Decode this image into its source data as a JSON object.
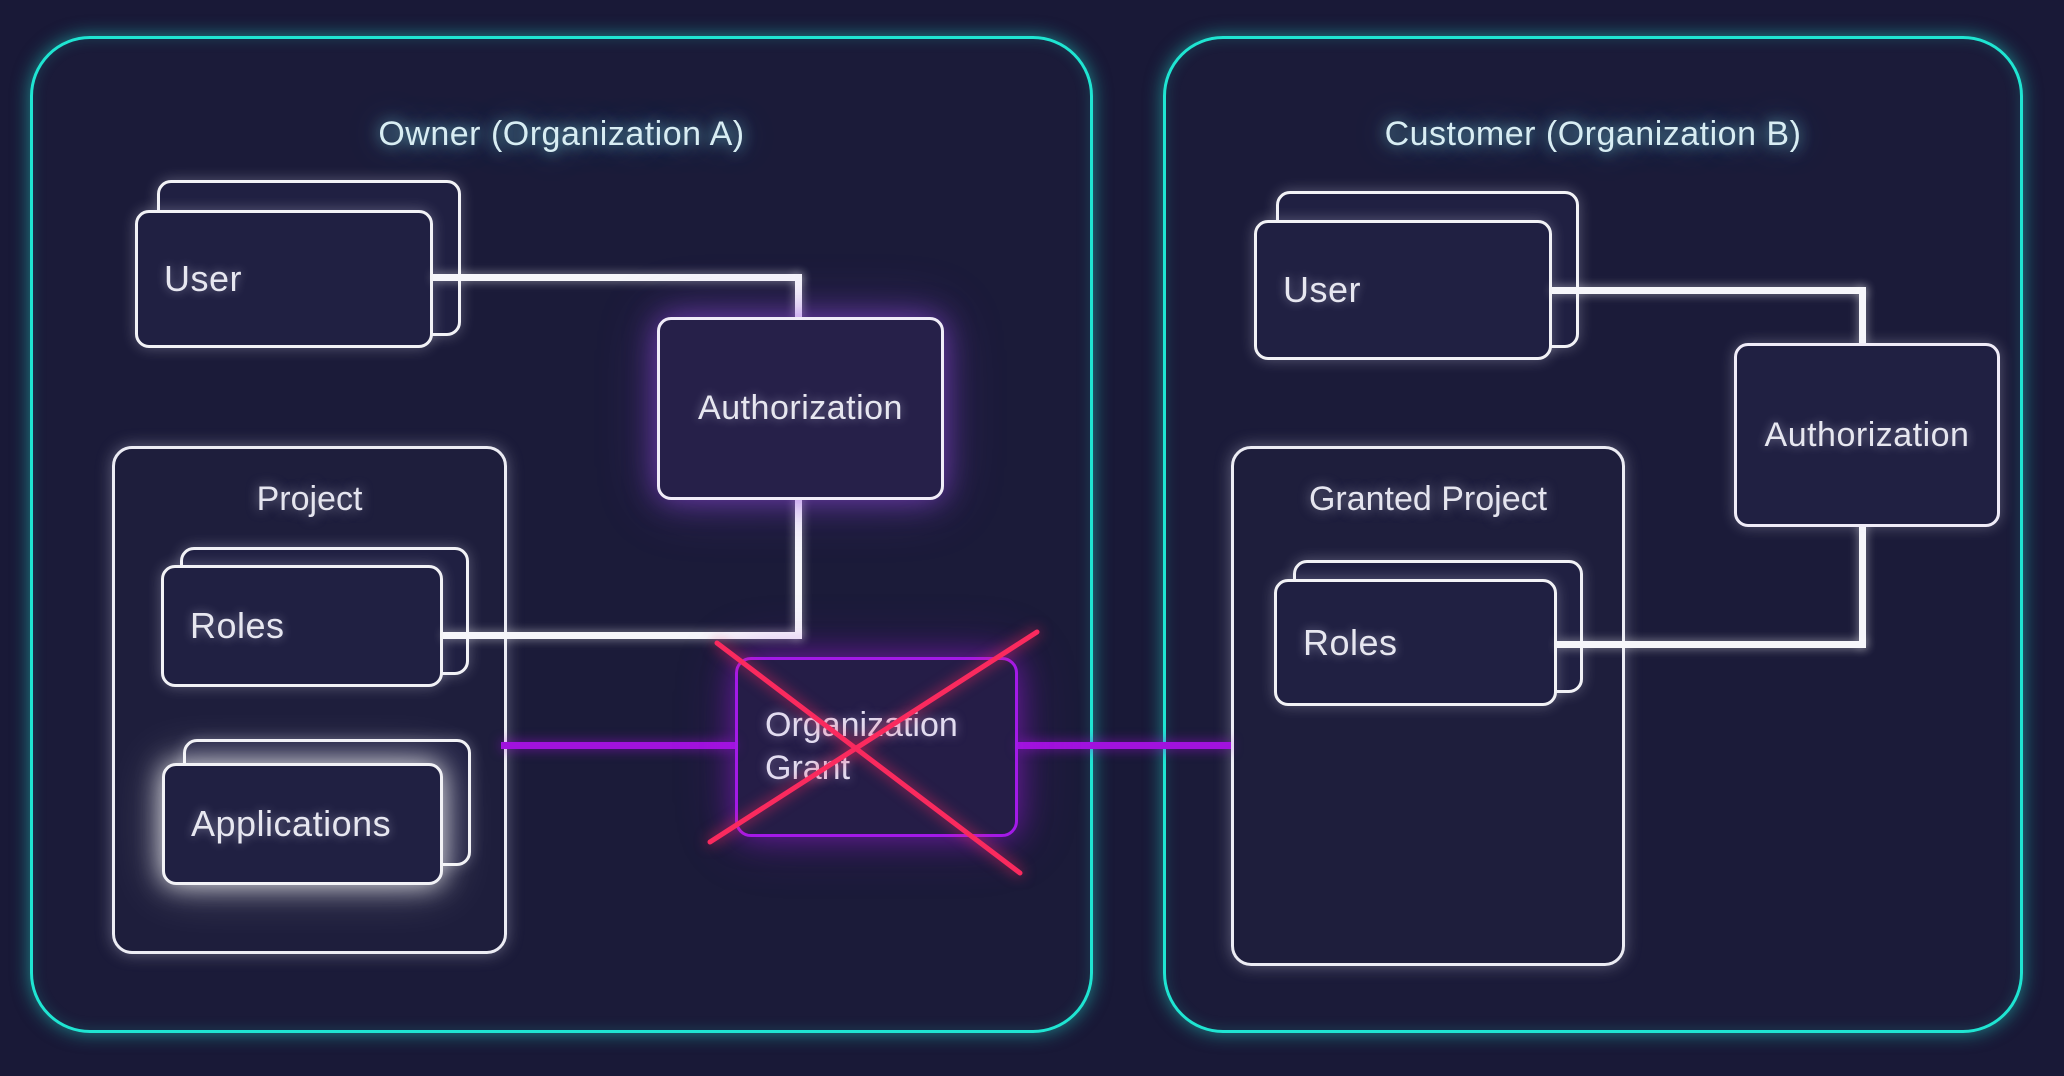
{
  "org_a": {
    "title": "Owner (Organization A)",
    "user_label": "User",
    "authorization_label": "Authorization",
    "project": {
      "title": "Project",
      "roles_label": "Roles",
      "applications_label": "Applications"
    }
  },
  "org_b": {
    "title": "Customer (Organization B)",
    "user_label": "User",
    "authorization_label": "Authorization",
    "granted_project": {
      "title": "Granted Project",
      "roles_label": "Roles"
    }
  },
  "grant": {
    "label_line1": "Organization",
    "label_line2": "Grant",
    "crossed_out": true
  },
  "colors": {
    "background": "#191937",
    "teal_border": "#1fe5d2",
    "white_border": "#f2f2f6",
    "purple_border": "#a31ae8",
    "purple_line": "#a112dd",
    "cross_red": "#fa2a5e",
    "title_text": "#d8edf3",
    "label_text": "#e7e7f0"
  }
}
